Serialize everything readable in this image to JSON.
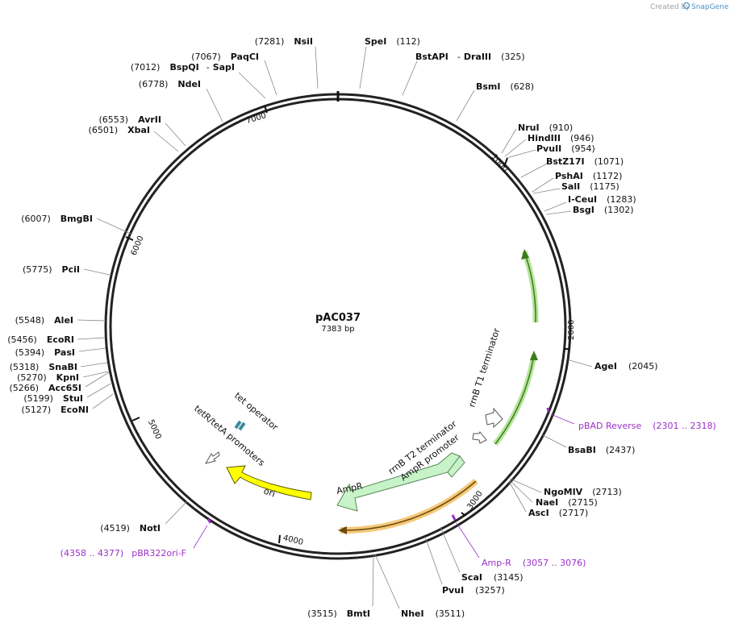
{
  "credit": {
    "prefix": "Created by",
    "brand": "SnapGene"
  },
  "map": {
    "name": "pAC037",
    "length_label": "7383 bp",
    "length": 7383,
    "backbone_color": "#222222"
  },
  "ticks": [
    {
      "pos": 1000,
      "label": "1000"
    },
    {
      "pos": 2000,
      "label": "2000"
    },
    {
      "pos": 3000,
      "label": "3000"
    },
    {
      "pos": 4000,
      "label": "4000"
    },
    {
      "pos": 5000,
      "label": "5000"
    },
    {
      "pos": 6000,
      "label": "6000"
    },
    {
      "pos": 7000,
      "label": "7000"
    }
  ],
  "enzymes_right": [
    {
      "name": "SpeI",
      "pos_label": "(112)",
      "pos": 112
    },
    {
      "name": "BstAPI",
      "sep": "-",
      "name2": "DraIII",
      "pos_label": "(325)",
      "pos": 325
    },
    {
      "name": "BsmI",
      "pos_label": "(628)",
      "pos": 628
    },
    {
      "name": "NruI",
      "pos_label": "(910)",
      "pos": 910
    },
    {
      "name": "HindIII",
      "pos_label": "(946)",
      "pos": 946
    },
    {
      "name": "PvuII",
      "pos_label": "(954)",
      "pos": 954
    },
    {
      "name": "BstZ17I",
      "pos_label": "(1071)",
      "pos": 1071
    },
    {
      "name": "PshAI",
      "pos_label": "(1172)",
      "pos": 1172
    },
    {
      "name": "SalI",
      "pos_label": "(1175)",
      "pos": 1175
    },
    {
      "name": "I-CeuI",
      "pos_label": "(1283)",
      "pos": 1283
    },
    {
      "name": "BsgI",
      "pos_label": "(1302)",
      "pos": 1302
    },
    {
      "name": "AgeI",
      "pos_label": "(2045)",
      "pos": 2045
    },
    {
      "name": "BsaBI",
      "pos_label": "(2437)",
      "pos": 2437
    },
    {
      "name": "NgoMIV",
      "pos_label": "(2713)",
      "pos": 2713
    },
    {
      "name": "NaeI",
      "pos_label": "(2715)",
      "pos": 2715
    },
    {
      "name": "AscI",
      "pos_label": "(2717)",
      "pos": 2717
    },
    {
      "name": "ScaI",
      "pos_label": "(3145)",
      "pos": 3145
    },
    {
      "name": "PvuI",
      "pos_label": "(3257)",
      "pos": 3257
    },
    {
      "name": "NheI",
      "pos_label": "(3511)",
      "pos": 3511
    }
  ],
  "enzymes_left": [
    {
      "name": "NsiI",
      "pos_label": "(7281)",
      "pos": 7281
    },
    {
      "name": "PaqCI",
      "pos_label": "(7067)",
      "pos": 7067
    },
    {
      "name": "BspQI",
      "sep": "-",
      "name2": "SapI",
      "pos_label": "(7012)",
      "pos": 7012
    },
    {
      "name": "NdeI",
      "pos_label": "(6778)",
      "pos": 6778
    },
    {
      "name": "AvrII",
      "pos_label": "(6553)",
      "pos": 6553
    },
    {
      "name": "XbaI",
      "pos_label": "(6501)",
      "pos": 6501
    },
    {
      "name": "BmgBI",
      "pos_label": "(6007)",
      "pos": 6007
    },
    {
      "name": "PciI",
      "pos_label": "(5775)",
      "pos": 5775
    },
    {
      "name": "AleI",
      "pos_label": "(5548)",
      "pos": 5548
    },
    {
      "name": "EcoRI",
      "pos_label": "(5456)",
      "pos": 5456
    },
    {
      "name": "PasI",
      "pos_label": "(5394)",
      "pos": 5394
    },
    {
      "name": "SnaBI",
      "pos_label": "(5318)",
      "pos": 5318
    },
    {
      "name": "KpnI",
      "pos_label": "(5270)",
      "pos": 5270
    },
    {
      "name": "Acc65I",
      "pos_label": "(5266)",
      "pos": 5266
    },
    {
      "name": "StuI",
      "pos_label": "(5199)",
      "pos": 5199
    },
    {
      "name": "EcoNI",
      "pos_label": "(5127)",
      "pos": 5127
    },
    {
      "name": "NotI",
      "pos_label": "(4519)",
      "pos": 4519
    },
    {
      "name": "BmtI",
      "pos_label": "(3515)",
      "pos": 3515
    }
  ],
  "primers": [
    {
      "name": "pBAD Reverse",
      "range_label": "(2301 .. 2318)",
      "pos": 2310,
      "color": "#9b30c8"
    },
    {
      "name": "Amp-R",
      "range_label": "(3057 .. 3076)",
      "pos": 3066,
      "color": "#9b30c8"
    },
    {
      "name": "pBR322ori-F",
      "range_label": "(4358 .. 4377)",
      "pos": 4368,
      "color": "#9b30c8"
    }
  ],
  "features": [
    {
      "name": "rrnB T1 terminator",
      "color": "#b6e59a"
    },
    {
      "name": "rrnB T2 terminator",
      "color": "#b6e59a"
    },
    {
      "name": "AmpR promoter",
      "color": "#c8f2c8"
    },
    {
      "name": "AmpR",
      "color": "#c8f2c8"
    },
    {
      "name": "ori",
      "color": "#ffff00"
    },
    {
      "name": "tet operator",
      "color": "#3a8a9a"
    },
    {
      "name": "tetR/tetA promoters",
      "color": "#ffffff"
    },
    {
      "name": "",
      "color": "#f0c070"
    }
  ]
}
